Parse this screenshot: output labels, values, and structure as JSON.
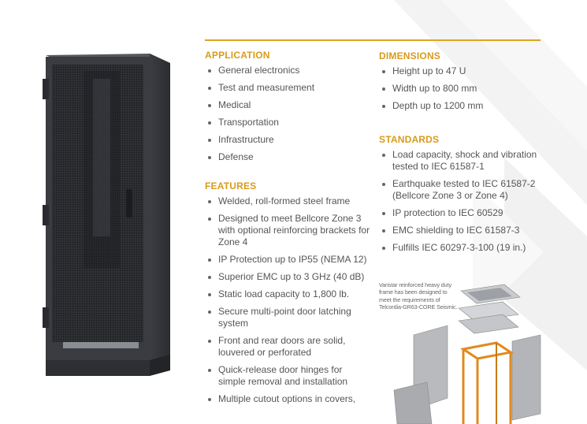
{
  "application": {
    "heading": "APPLICATION",
    "items": [
      "General electronics",
      "Test and measurement",
      "Medical",
      "Transportation",
      "Infrastructure",
      "Defense"
    ]
  },
  "features": {
    "heading": "FEATURES",
    "items": [
      "Welded, roll-formed steel frame",
      "Designed to meet Bellcore Zone 3 with optional reinforcing brackets for Zone 4",
      "IP Protection up to IP55 (NEMA 12)",
      "Superior EMC up to 3 GHz (40 dB)",
      "Static load capacity to 1,800 lb.",
      "Secure multi-point door latching system",
      "Front and rear doors are solid, louvered or perforated",
      "Quick-release door hinges for simple removal and installation",
      "Multiple cutout options in covers,"
    ]
  },
  "dimensions": {
    "heading": "DIMENSIONS",
    "items": [
      "Height up to 47 U",
      "Width up to 800 mm",
      "Depth up to 1200 mm"
    ]
  },
  "standards": {
    "heading": "STANDARDS",
    "items": [
      "Load capacity, shock and vibration tested to IEC 61587-1",
      "Earthquake tested to IEC 61587-2 (Bellcore Zone 3 or Zone 4)",
      "IP protection to IEC 60529",
      "EMC shielding to IEC 61587-3",
      "Fulfills IEC 60297-3-100 (19 in.)"
    ]
  },
  "caption": "Varistar reinforced heavy duty frame has been designed to meet the requirements of Telcordia-GR63-CORE Seismic.",
  "colors": {
    "accent": "#d99a1a",
    "text": "#555555",
    "cabinet": "#3a3c40"
  }
}
